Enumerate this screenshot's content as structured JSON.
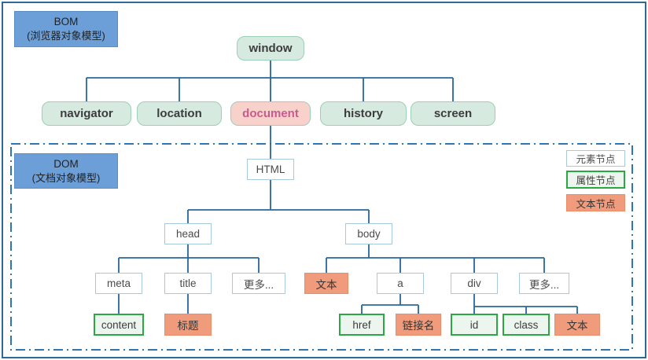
{
  "bom": {
    "label": {
      "title": "BOM",
      "subtitle": "(浏览器对象模型)"
    },
    "window": "window",
    "children": {
      "navigator": "navigator",
      "location": "location",
      "document": "document",
      "history": "history",
      "screen": "screen"
    }
  },
  "dom": {
    "label": {
      "title": "DOM",
      "subtitle": "(文档对象模型)"
    },
    "html": "HTML",
    "head": "head",
    "body": "body",
    "meta": "meta",
    "title": "title",
    "head_more": "更多...",
    "content": "content",
    "title_text": "标题",
    "body_text": "文本",
    "a": "a",
    "div": "div",
    "body_more": "更多...",
    "href": "href",
    "link_name": "链接名",
    "id": "id",
    "class": "class",
    "div_text": "文本"
  },
  "legend": {
    "element": "元素节点",
    "attribute": "属性节点",
    "text": "文本节点"
  },
  "colors": {
    "object_node_fill": "#D6EADF",
    "object_node_border": "#9BCFB7",
    "highlight_node_fill": "#F8D2CA",
    "highlight_node_text": "#C65B8D",
    "element_node_border": "#A9C9DD",
    "attribute_node_fill": "#EDF6EE",
    "attribute_node_border": "#29A843",
    "text_node_fill": "#F09B7C",
    "section_label_fill": "#6C9FD8",
    "connector": "#27679C",
    "dom_section_border": "#2F76B5",
    "outer_frame_border": "#2E6A96"
  }
}
